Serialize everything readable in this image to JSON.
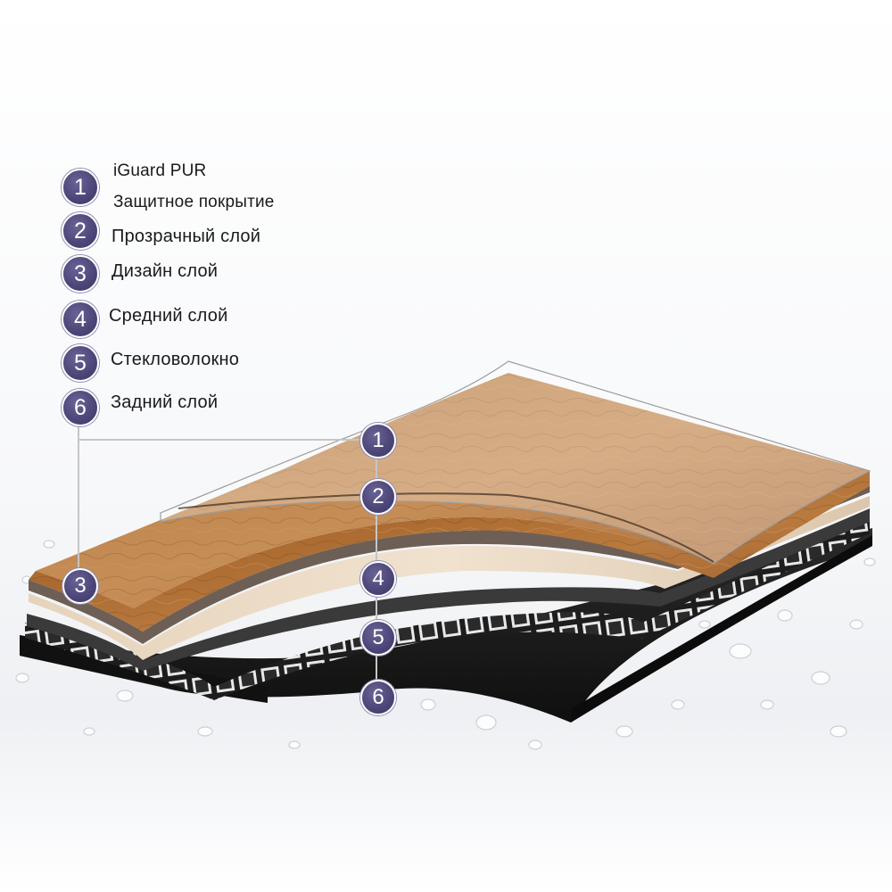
{
  "legend": [
    {
      "number": "1",
      "title": "iGuard PUR",
      "subtitle": "Защитное покрытие"
    },
    {
      "number": "2",
      "title": "Прозрачный слой"
    },
    {
      "number": "3",
      "title": "Дизайн слой"
    },
    {
      "number": "4",
      "title": "Средний слой"
    },
    {
      "number": "5",
      "title": "Стекловолокно"
    },
    {
      "number": "6",
      "title": "Задний слой"
    }
  ],
  "callouts": [
    "1",
    "2",
    "3",
    "4",
    "5",
    "6"
  ],
  "colors": {
    "badge": "#4d477a",
    "wood": "#b0713a",
    "beige": "#e9d9c4",
    "backing": "#1c1c1c",
    "leader": "#c9c9c9"
  }
}
